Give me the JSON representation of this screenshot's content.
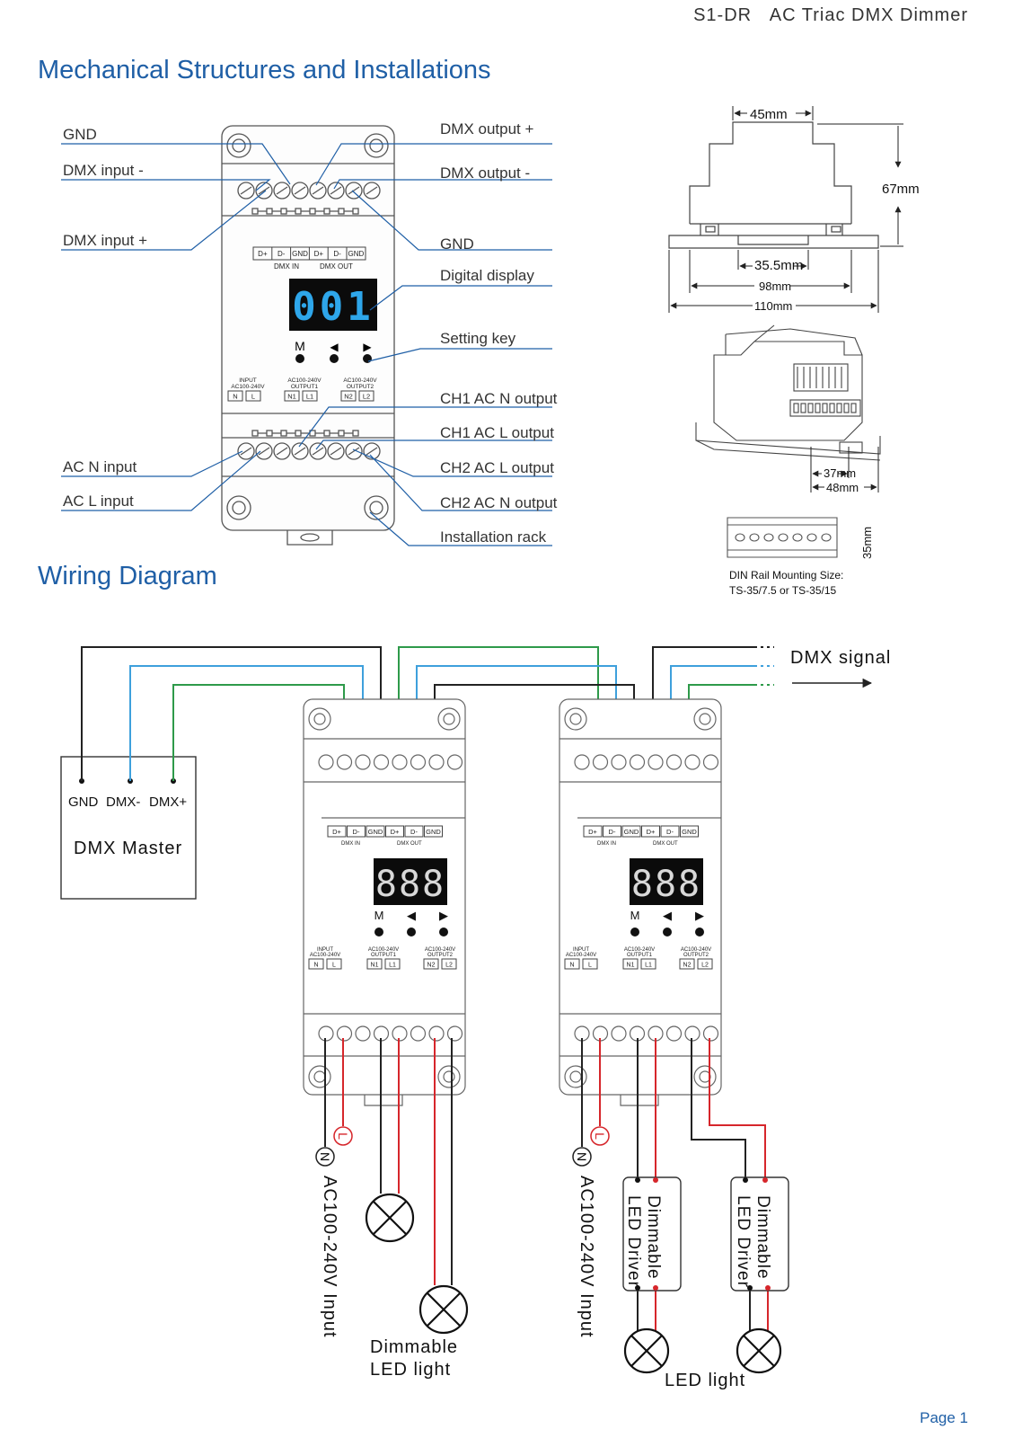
{
  "header": {
    "product": "S1-DR",
    "title": "AC Triac DMX Dimmer"
  },
  "mechanical": {
    "title": "Mechanical Structures and Installations",
    "labels_left": [
      "GND",
      "DMX input -",
      "DMX input +",
      "AC N input",
      "AC L input"
    ],
    "labels_right": [
      "DMX output +",
      "DMX output -",
      "GND",
      "Digital display",
      "Setting key",
      "CH1 AC N output",
      "CH1 AC L output",
      "CH2 AC L output",
      "CH2 AC N output",
      "Installation rack"
    ],
    "display_value": "001",
    "keys": [
      "M",
      "◀",
      "▶"
    ],
    "terminal_top": [
      "D+",
      "D-",
      "GND",
      "D+",
      "D-",
      "GND"
    ],
    "terminal_top_groups": [
      "DMX IN",
      "DMX OUT"
    ],
    "terminal_bottom_groups": [
      {
        "title": "INPUT",
        "sub": "AC100-240V",
        "pins": [
          "N",
          "L"
        ]
      },
      {
        "title": "AC100-240V",
        "sub": "OUTPUT1",
        "pins": [
          "N1",
          "L1"
        ]
      },
      {
        "title": "AC100-240V",
        "sub": "OUTPUT2",
        "pins": [
          "N2",
          "L2"
        ]
      }
    ]
  },
  "dimensions": {
    "width_top": "45mm",
    "height": "67mm",
    "width_mid": "35.5mm",
    "width_98": "98mm",
    "width_110": "110mm",
    "depth_37": "37mm",
    "depth_48": "48mm",
    "rail_height": "35mm",
    "rail_title": "DIN Rail Mounting Size:",
    "rail_sizes": "TS-35/7.5 or TS-35/15"
  },
  "wiring": {
    "title": "Wiring Diagram",
    "dmx_signal": "DMX signal",
    "master_pins": [
      "GND",
      "DMX-",
      "DMX+"
    ],
    "master_label": "DMX Master",
    "display_value": "888",
    "n_marker": "N",
    "l_marker": "L",
    "input_label": "AC100-240V Input",
    "dimmable_led_light_1": "Dimmable",
    "dimmable_led_light_2": "LED light",
    "driver_line1": "Dimmable",
    "driver_line2": "LED Driver",
    "led_light": "LED light"
  },
  "footer": {
    "page": "Page 1"
  },
  "colors": {
    "title_blue": "#1f5fa6",
    "wire_blue": "#3ea0dc",
    "wire_green": "#2e9a4a",
    "wire_red": "#d6262b",
    "display_bg": "#0b0b0b",
    "display_digit": "#2ea6ea"
  }
}
